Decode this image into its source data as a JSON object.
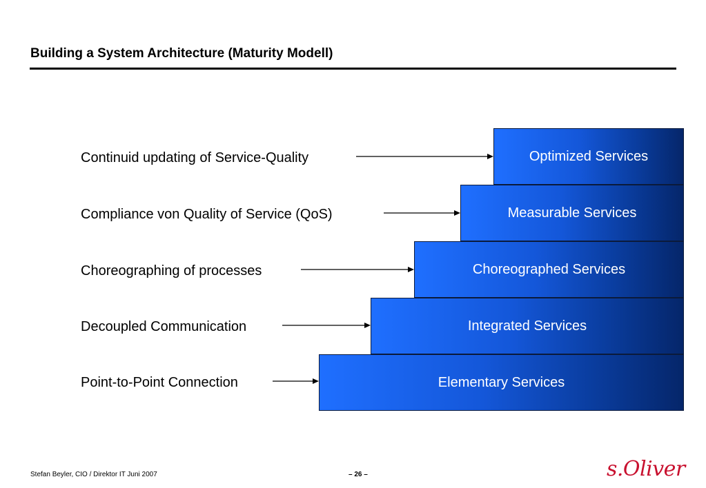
{
  "header": {
    "title": "Building a System Architecture (Maturity Modell)"
  },
  "levels": [
    {
      "label": "Continuid updating of Service-Quality",
      "service": "Optimized Services"
    },
    {
      "label": "Compliance von Quality of Service (QoS)",
      "service": "Measurable Services"
    },
    {
      "label": "Choreographing of processes",
      "service": "Choreographed Services"
    },
    {
      "label": "Decoupled Communication",
      "service": "Integrated Services"
    },
    {
      "label": "Point-to-Point Connection",
      "service": "Elementary Services"
    }
  ],
  "footer": {
    "author": "Stefan Beyler, CIO / Direktor IT Juni 2007",
    "page": "– 26 –",
    "logo_text": "s.Oliver"
  },
  "colors": {
    "step_light": "#1f6fff",
    "step_dark": "#05266a",
    "logo": "#c8102e"
  }
}
